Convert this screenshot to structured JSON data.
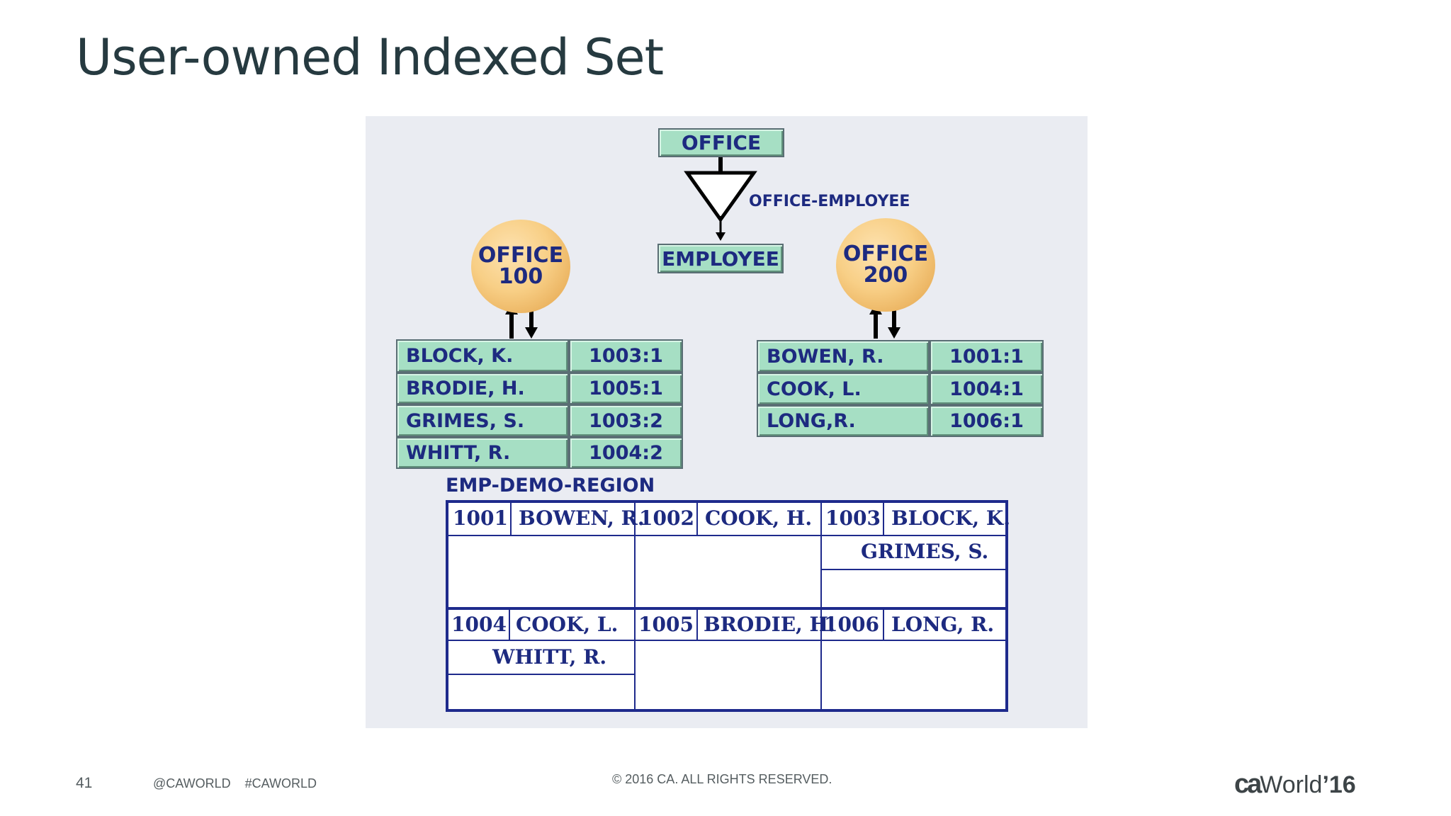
{
  "slide": {
    "title": "User-owned Indexed Set",
    "page_number": "41",
    "social": "@CAWORLD    #CAWORLD",
    "copyright": "© 2016 CA. ALL RIGHTS RESERVED.",
    "logo": {
      "ca": "ca",
      "world": "World",
      "year": "’16"
    }
  },
  "diagram": {
    "owner_record": "OFFICE",
    "member_record": "EMPLOYEE",
    "set_name": "OFFICE-EMPLOYEE",
    "offices": [
      {
        "line1": "OFFICE",
        "line2": "100",
        "entries": [
          {
            "name": "BLOCK, K.",
            "key": "1003:1"
          },
          {
            "name": "BRODIE, H.",
            "key": "1005:1"
          },
          {
            "name": "GRIMES, S.",
            "key": "1003:2"
          },
          {
            "name": "WHITT, R.",
            "key": "1004:2"
          }
        ]
      },
      {
        "line1": "OFFICE",
        "line2": "200",
        "entries": [
          {
            "name": "BOWEN, R.",
            "key": "1001:1"
          },
          {
            "name": "COOK, L.",
            "key": "1004:1"
          },
          {
            "name": "LONG,R.",
            "key": "1006:1"
          }
        ]
      }
    ],
    "region": {
      "name": "EMP-DEMO-REGION",
      "pages": [
        {
          "num": "1001",
          "name": "BOWEN, R.",
          "extra": ""
        },
        {
          "num": "1002",
          "name": "COOK, H.",
          "extra": ""
        },
        {
          "num": "1003",
          "name": "BLOCK, K.",
          "extra": "GRIMES, S."
        },
        {
          "num": "1004",
          "name": "COOK, L.",
          "extra": "WHITT, R."
        },
        {
          "num": "1005",
          "name": "BRODIE, H.",
          "extra": ""
        },
        {
          "num": "1006",
          "name": "LONG, R.",
          "extra": ""
        }
      ]
    }
  },
  "colors": {
    "title": "#263a40",
    "record_fill": "#a6dfc4",
    "diagram_text": "#1d2a80",
    "region_border": "#1e2a8c",
    "owner_circle": "#f8cf86",
    "diagram_bg": "#eaecf2"
  }
}
